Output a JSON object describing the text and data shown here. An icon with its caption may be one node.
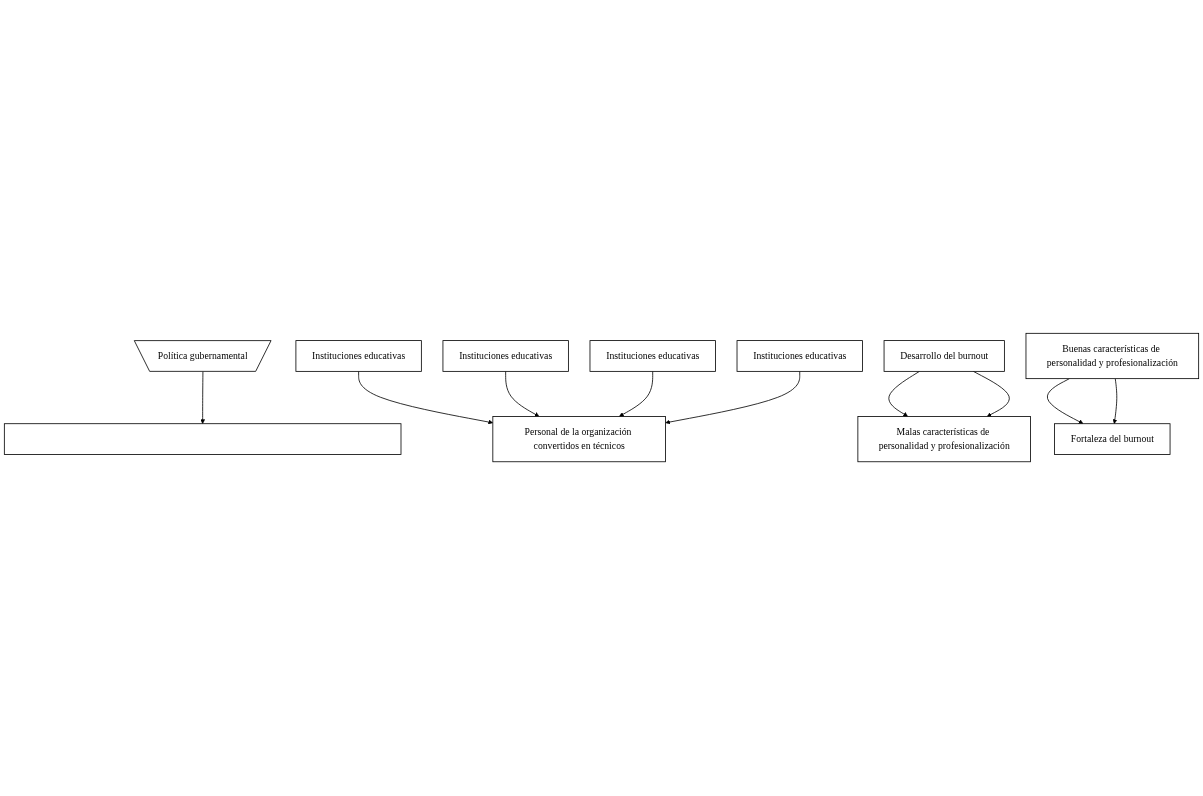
{
  "diagram": {
    "nodes": [
      {
        "text": [
          "Política gubernamental"
        ]
      },
      {
        "text": [],
        "shape": "bar"
      },
      {
        "text": [
          "Instituciones educativas"
        ]
      },
      {
        "text": [
          "Instituciones educativas"
        ]
      },
      {
        "text": [
          "Instituciones educativas"
        ]
      },
      {
        "text": [
          "Instituciones educativas"
        ]
      },
      {
        "text": [
          "Personal de la organización convertidos en técnicos"
        ]
      },
      {
        "text": [
          "Desarrollo del burnout"
        ]
      },
      {
        "text": [
          "Fortaleza del burnout"
        ]
      },
      {
        "text": [
          "Malas características de personalidad y profesionalización"
        ]
      },
      {
        "text": [
          "Buenas características de personalidad y profesionalización"
        ]
      }
    ],
    "edges": [
      {
        "from": 0,
        "to": 1,
        "arrow": "to"
      },
      {
        "from": 2,
        "to": 6,
        "arrow": "to"
      },
      {
        "from": 3,
        "to": 6,
        "arrow": "to"
      },
      {
        "from": 4,
        "to": 6,
        "arrow": "to"
      },
      {
        "from": 5,
        "to": 6,
        "arrow": "to"
      },
      {
        "from": 7,
        "to": 9,
        "arrow": "to"
      },
      {
        "from": 7,
        "to": 9,
        "arrow": "to"
      },
      {
        "from": 10,
        "to": 8,
        "arrow": "to"
      },
      {
        "from": 10,
        "to": 8,
        "arrow": "to"
      }
    ]
  }
}
